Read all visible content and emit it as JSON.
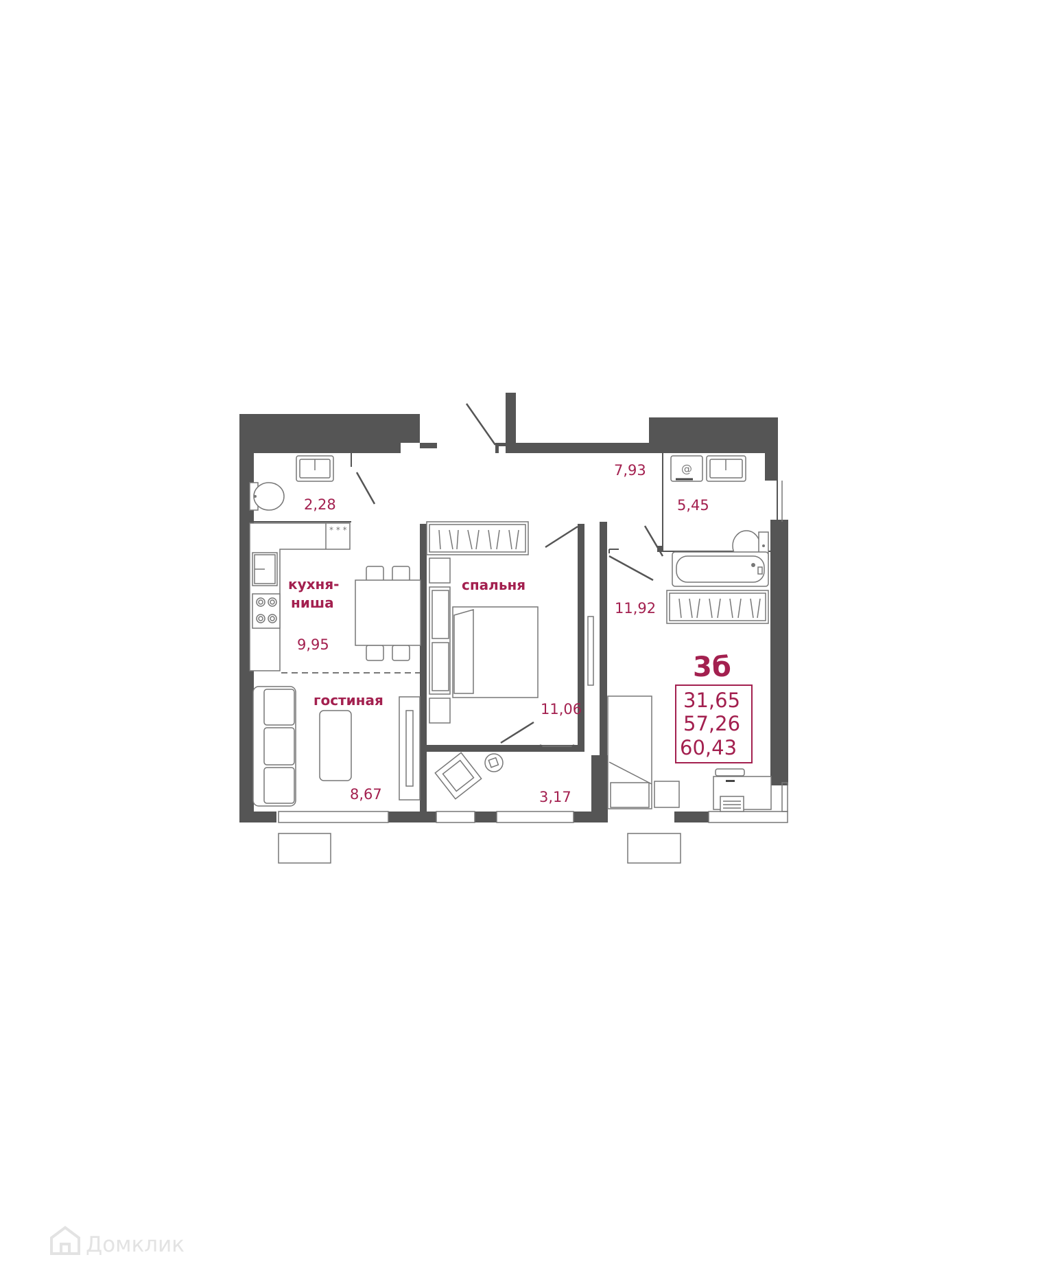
{
  "plan": {
    "unit_type": "3б",
    "summary_areas": [
      "31,65",
      "57,26",
      "60,43"
    ],
    "rooms": [
      {
        "id": "bathroom-small",
        "area": "2,28"
      },
      {
        "id": "hallway",
        "area": "7,93"
      },
      {
        "id": "bathroom-large",
        "area": "5,45"
      },
      {
        "id": "kitchen-niche",
        "name": "кухня-\nниша",
        "name_line1": "кухня-",
        "name_line2": "ниша",
        "area": "9,95"
      },
      {
        "id": "living-room",
        "name": "гостиная",
        "area": "8,67"
      },
      {
        "id": "bedroom",
        "name": "спальня",
        "area": "11,06"
      },
      {
        "id": "loggia",
        "area": "3,17"
      },
      {
        "id": "room-right",
        "area": "11,92"
      }
    ]
  },
  "watermark": {
    "text": "Домклик",
    "icon": "house-icon"
  },
  "colors": {
    "label": "#a3204f",
    "wall": "#555555",
    "watermark": "#e3e3e3"
  }
}
